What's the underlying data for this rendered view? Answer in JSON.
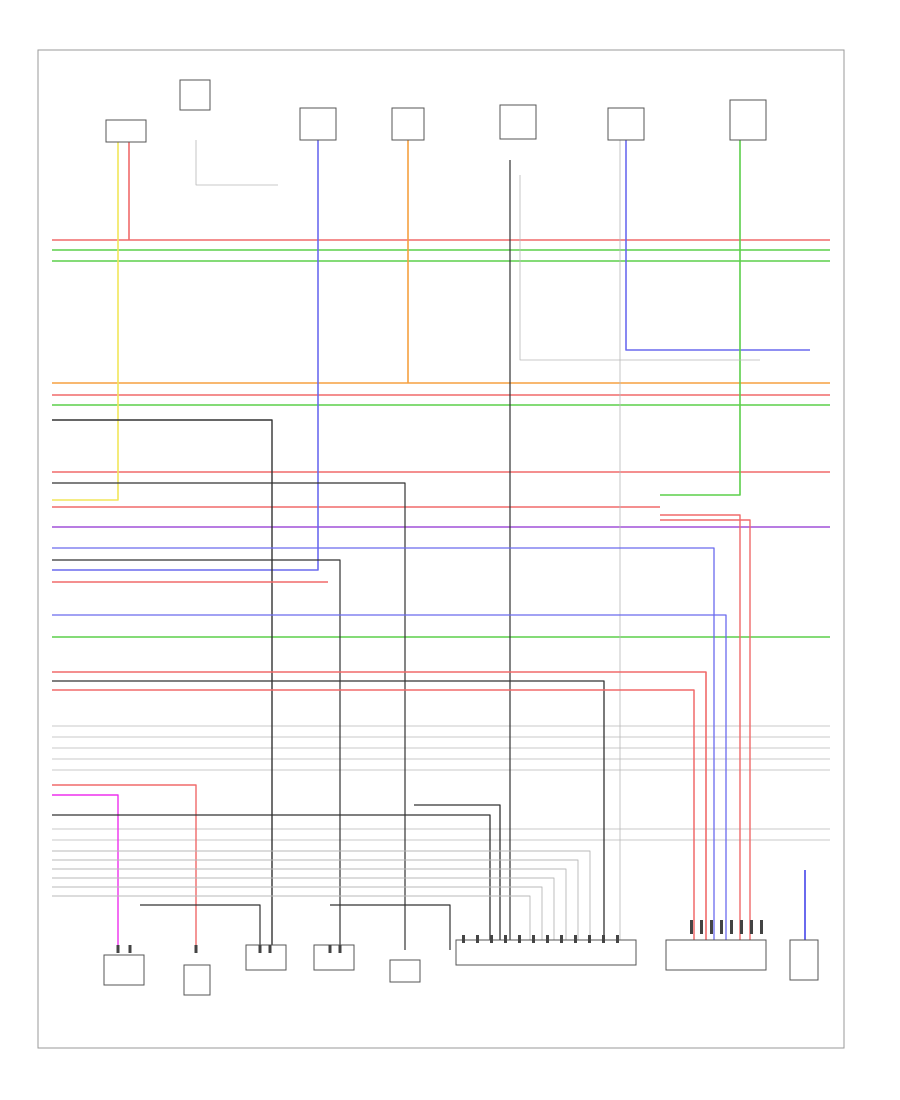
{
  "diagram": {
    "footer_code": "",
    "top_components": [
      {
        "id": "c1",
        "label_lines": [
          "",
          "",
          "",
          "",
          ""
        ]
      },
      {
        "id": "c2",
        "label_lines": [
          "",
          "",
          ""
        ]
      },
      {
        "id": "c3",
        "label_lines": [
          "",
          "",
          "",
          ""
        ]
      },
      {
        "id": "c4",
        "label_lines": [
          "",
          "",
          "",
          ""
        ]
      },
      {
        "id": "c5",
        "label_lines": [
          "",
          "",
          "",
          ""
        ]
      },
      {
        "id": "c6",
        "label_lines": [
          "",
          "",
          "",
          ""
        ]
      },
      {
        "id": "c7",
        "label_lines": [
          "",
          "",
          "",
          ""
        ]
      }
    ],
    "bottom_components": [
      {
        "id": "b1",
        "label_lines": [
          "",
          "",
          "",
          "",
          ""
        ]
      },
      {
        "id": "b2",
        "label_lines": [
          "",
          "",
          "",
          "",
          ""
        ]
      },
      {
        "id": "b3",
        "label_lines": [
          "",
          "",
          "",
          ""
        ]
      },
      {
        "id": "b4",
        "label_lines": [
          "",
          "",
          "",
          ""
        ]
      },
      {
        "id": "b5",
        "label_lines": [
          "",
          "",
          "",
          ""
        ]
      },
      {
        "id": "b6",
        "label_lines": [
          "",
          "",
          "",
          ""
        ]
      },
      {
        "id": "b7",
        "label_lines": [
          "",
          "",
          "",
          "",
          ""
        ]
      },
      {
        "id": "b8",
        "label_lines": [
          "",
          "",
          "",
          ""
        ]
      }
    ],
    "wire_colors": {
      "red": "#f06a6a",
      "green": "#5ccf4a",
      "yellow": "#f2e65a",
      "orange": "#f5a040",
      "blue": "#6a6aee",
      "violet": "#a050d8",
      "magenta": "#ee30ee",
      "black": "#333333",
      "gray": "#b8b8b8"
    }
  }
}
